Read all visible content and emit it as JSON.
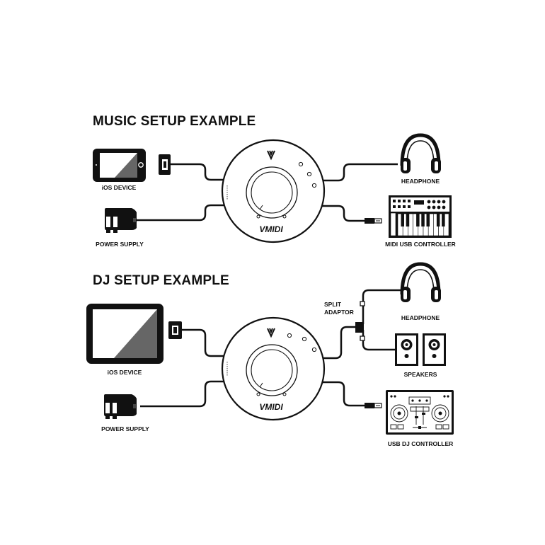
{
  "music_setup": {
    "title": "MUSIC SETUP EXAMPLE",
    "labels": {
      "ios_device": "iOS DEVICE",
      "power_supply": "POWER SUPPLY",
      "headphone": "HEADPHONE",
      "midi_usb_controller": "MIDI USB CONTROLLER"
    }
  },
  "dj_setup": {
    "title": "DJ SETUP EXAMPLE",
    "labels": {
      "ios_device": "iOS DEVICE",
      "power_supply": "POWER SUPPLY",
      "split_adaptor_line1": "SPLIT",
      "split_adaptor_line2": "ADAPTOR",
      "headphone": "HEADPHONE",
      "speakers": "SPEAKERS",
      "usb_dj_controller": "USB DJ CONTROLLER"
    }
  },
  "device": {
    "brand": "VMIDI"
  }
}
